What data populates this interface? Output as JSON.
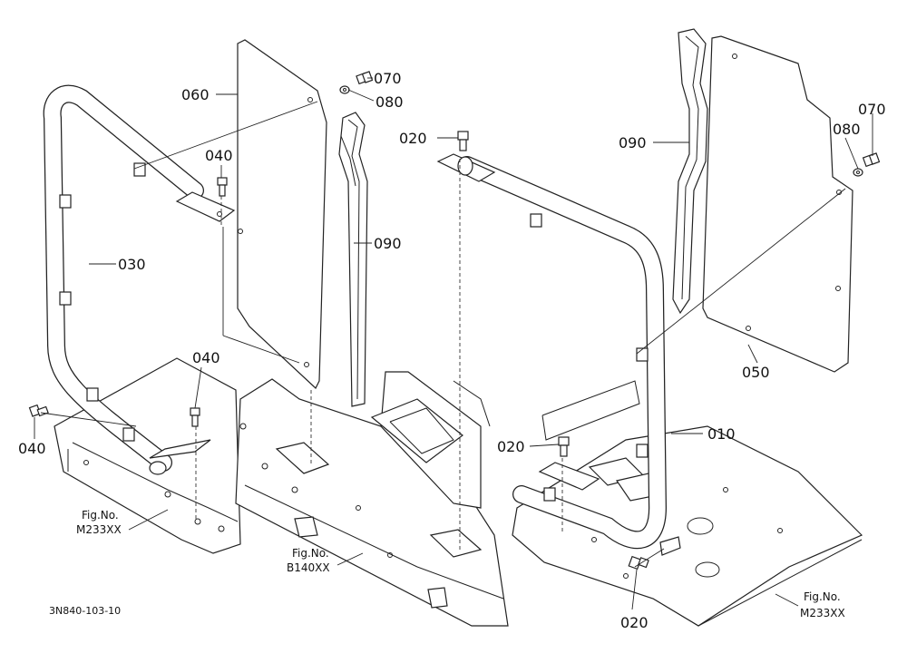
{
  "parts": {
    "p010": "010",
    "p020_a": "020",
    "p020_b": "020",
    "p020_c": "020",
    "p030": "030",
    "p040_a": "040",
    "p040_b": "040",
    "p040_c": "040",
    "p050": "050",
    "p060": "060",
    "p070_a": "070",
    "p070_b": "070",
    "p080_a": "080",
    "p080_b": "080",
    "p090_a": "090",
    "p090_b": "090"
  },
  "references": {
    "left_fig_label": "Fig.No.",
    "left_fig_no": "M233XX",
    "center_fig_label": "Fig.No.",
    "center_fig_no": "B140XX",
    "right_fig_label": "Fig.No.",
    "right_fig_no": "M233XX"
  },
  "drawing_code": "3N840-103-10"
}
